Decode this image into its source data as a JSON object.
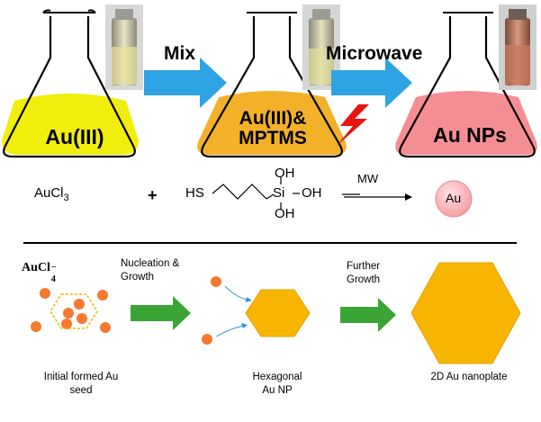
{
  "top_row": {
    "flasks": [
      {
        "label": "Au(III)",
        "solution_color": "#f2ee0c"
      },
      {
        "label": "Au(III)&\nMPTMS",
        "solution_color": "#f3b12a"
      },
      {
        "label": "Au NPs",
        "solution_color": "#f58e94"
      }
    ],
    "arrows": [
      {
        "label": "Mix",
        "color": "#2ea3e4"
      },
      {
        "label": "Microwave",
        "color": "#2ea3e4"
      }
    ],
    "microwave_bolt_color": "#e8140f"
  },
  "reaction": {
    "reagent": "AuCl",
    "reagent_sub": "3",
    "plus": "+",
    "thiol_left": "HS",
    "si": "Si",
    "oh": "OH",
    "condition": "MW",
    "product": "Au",
    "product_color": "#f6a9ad"
  },
  "growth": {
    "ion": "AuCl",
    "ion_sub": "4",
    "ion_sup": "−",
    "step1_label": "Nucleation &\nGrowth",
    "step2_label": "Further\nGrowth",
    "captions": [
      "Initial formed Au\nseed",
      "Hexagonal\nAu NP",
      "2D Au nanoplate"
    ],
    "colors": {
      "seed": "#f5792e",
      "hexagon": "#f7b500",
      "arrow": "#3aa535",
      "curve_arrow": "#3a8fd6"
    }
  }
}
